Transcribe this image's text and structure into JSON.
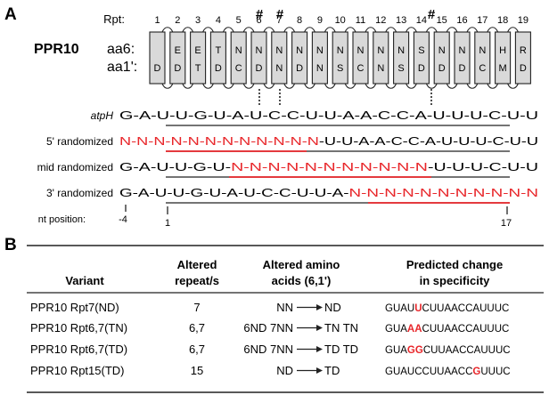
{
  "panelA": {
    "letter": "A",
    "rpt_label": "Rpt:",
    "protein": "PPR10",
    "aa6_label": "aa6:",
    "aa1_label": "aa1':",
    "repeats": [
      {
        "n": "1",
        "aa6": "",
        "aa1": "D"
      },
      {
        "n": "2",
        "aa6": "E",
        "aa1": "D"
      },
      {
        "n": "3",
        "aa6": "E",
        "aa1": "T"
      },
      {
        "n": "4",
        "aa6": "T",
        "aa1": "D"
      },
      {
        "n": "5",
        "aa6": "N",
        "aa1": "C"
      },
      {
        "n": "6",
        "aa6": "N",
        "aa1": "D"
      },
      {
        "n": "7",
        "aa6": "N",
        "aa1": "N"
      },
      {
        "n": "8",
        "aa6": "N",
        "aa1": "D"
      },
      {
        "n": "9",
        "aa6": "N",
        "aa1": "N"
      },
      {
        "n": "10",
        "aa6": "N",
        "aa1": "S"
      },
      {
        "n": "11",
        "aa6": "N",
        "aa1": "C"
      },
      {
        "n": "12",
        "aa6": "N",
        "aa1": "N"
      },
      {
        "n": "13",
        "aa6": "N",
        "aa1": "S"
      },
      {
        "n": "14",
        "aa6": "S",
        "aa1": "D"
      },
      {
        "n": "15",
        "aa6": "N",
        "aa1": "D"
      },
      {
        "n": "16",
        "aa6": "N",
        "aa1": "D"
      },
      {
        "n": "17",
        "aa6": "N",
        "aa1": "C"
      },
      {
        "n": "18",
        "aa6": "H",
        "aa1": "M"
      },
      {
        "n": "19",
        "aa6": "R",
        "aa1": "D"
      }
    ],
    "hash_mark": "#",
    "sequences": [
      {
        "label": "atpH",
        "italic": true,
        "text": "G-A-U-U-G-U-A-U-C-C-U-U-A-A-C-C-A-U-U-U-C-U-U"
      },
      {
        "label": "5' randomized",
        "italic": false,
        "red": "N-N-N-N-N-N-N-N-N-N-N-N",
        "black": "-U-U-A-A-C-C-A-U-U-U-C-U-U"
      },
      {
        "label": "mid randomized",
        "italic": false,
        "black1": "G-A-U-U-G-U-",
        "red": "N-N-N-N-N-N-N-N-N-N-N",
        "black2": "-U-U-U-C-U-U"
      },
      {
        "label": "3' randomized",
        "italic": false,
        "black": "G-A-U-U-G-U-A-U-C-C-U-U-A-",
        "red": "N-N-N-N-N-N-N-N-N-N-N"
      }
    ],
    "nt_label": "nt position:",
    "nt_marks": [
      "-4",
      "1",
      "17"
    ]
  },
  "panelB": {
    "letter": "B",
    "headers": {
      "variant": "Variant",
      "altered_repeats_1": "Altered",
      "altered_repeats_2": "repeat/s",
      "altered_aa_1": "Altered amino",
      "altered_aa_2": "acids (6,1')",
      "predicted_1": "Predicted change",
      "predicted_2": "in specificity"
    },
    "rows": [
      {
        "variant": "PPR10 Rpt7(ND)",
        "repeats": "7",
        "from": "NN",
        "to": "ND",
        "seq_pre": "GUAU",
        "seq_hl": "U",
        "seq_post": "CUUAACCAUUUC"
      },
      {
        "variant": "PPR10 Rpt6,7(TN)",
        "repeats": "6,7",
        "from": "6ND 7NN",
        "to": "TN TN",
        "seq_pre": "GUA",
        "seq_hl": "AA",
        "seq_post": "CUUAACCAUUUC"
      },
      {
        "variant": "PPR10 Rpt6,7(TD)",
        "repeats": "6,7",
        "from": "6ND 7NN",
        "to": "TD TD",
        "seq_pre": "GUA",
        "seq_hl": "GG",
        "seq_post": "CUUAACCAUUUC"
      },
      {
        "variant": "PPR10 Rpt15(TD)",
        "repeats": "15",
        "from": "ND",
        "to": "TD",
        "seq_pre": "GUAUCCUUAACC",
        "seq_hl": "G",
        "seq_post": "UUUC"
      }
    ],
    "colors": {
      "highlight": "#e8262a",
      "repeat_fill": "#d9d9d9"
    }
  }
}
